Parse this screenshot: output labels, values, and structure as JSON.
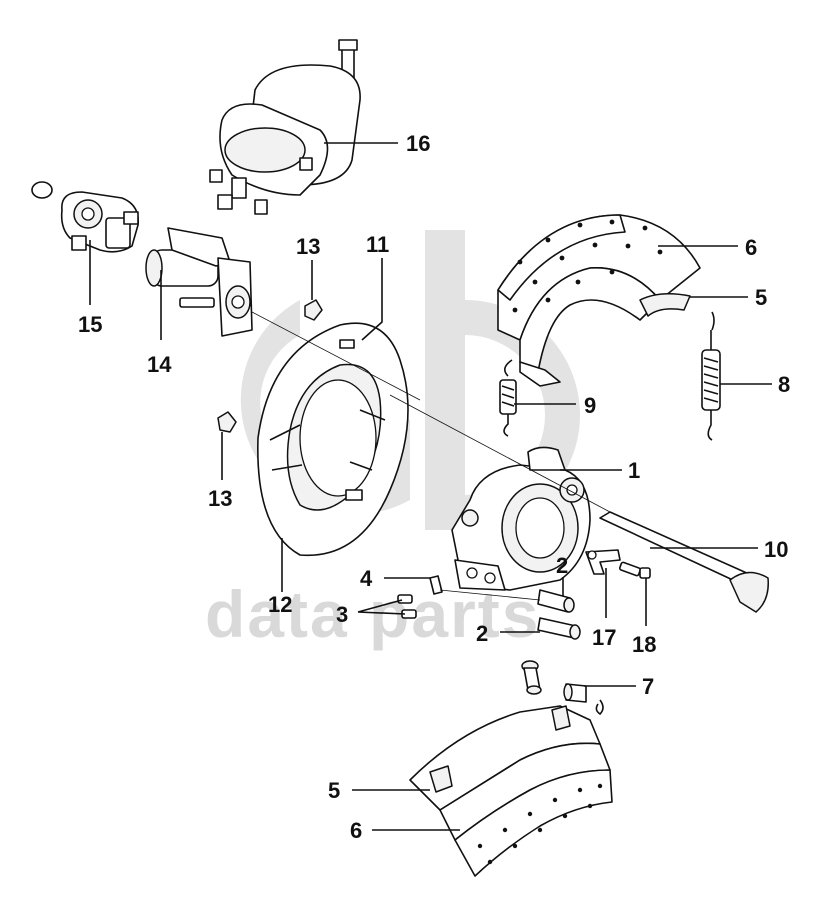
{
  "watermark": {
    "text": "data parts",
    "color": "#d9d9d9"
  },
  "callouts": [
    {
      "id": "c1",
      "text": "1"
    },
    {
      "id": "c2a",
      "text": "2"
    },
    {
      "id": "c2b",
      "text": "2"
    },
    {
      "id": "c3",
      "text": "3"
    },
    {
      "id": "c4",
      "text": "4"
    },
    {
      "id": "c5a",
      "text": "5"
    },
    {
      "id": "c5b",
      "text": "5"
    },
    {
      "id": "c6a",
      "text": "6"
    },
    {
      "id": "c6b",
      "text": "6"
    },
    {
      "id": "c7",
      "text": "7"
    },
    {
      "id": "c8",
      "text": "8"
    },
    {
      "id": "c9",
      "text": "9"
    },
    {
      "id": "c10",
      "text": "10"
    },
    {
      "id": "c11",
      "text": "11"
    },
    {
      "id": "c12",
      "text": "12"
    },
    {
      "id": "c13a",
      "text": "13"
    },
    {
      "id": "c13b",
      "text": "13"
    },
    {
      "id": "c14",
      "text": "14"
    },
    {
      "id": "c15",
      "text": "15"
    },
    {
      "id": "c16",
      "text": "16"
    },
    {
      "id": "c17",
      "text": "17"
    },
    {
      "id": "c18",
      "text": "18"
    }
  ]
}
